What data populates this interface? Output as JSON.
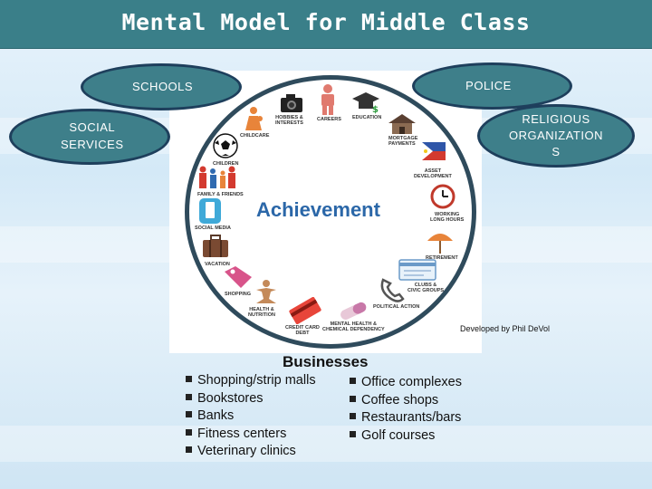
{
  "title": "Mental Model for Middle Class",
  "ovals": {
    "schools": "SCHOOLS",
    "police": "POLICE",
    "social_services": "SOCIAL\nSERVICES",
    "religious": "RELIGIOUS\nORGANIZATION\nS"
  },
  "diagram": {
    "center": "Achievement",
    "credit": "Developed by Phil DeVol",
    "items": {
      "hobbies": "HOBBIES &\nINTERESTS",
      "careers": "CAREERS",
      "education": "EDUCATION",
      "childcare": "CHILDCARE",
      "mortgage": "MORTGAGE\nPAYMENTS",
      "children": "CHILDREN",
      "asset": "ASSET\nDEVELOPMENT",
      "family": "FAMILY & FRIENDS",
      "working": "WORKING\nLONG HOURS",
      "social_media": "SOCIAL MEDIA",
      "retirement": "RETIREMENT",
      "vacation": "VACATION",
      "clubs": "CLUBS &\nCIVIC GROUPS",
      "shopping": "SHOPPING",
      "health": "HEALTH &\nNUTRITION",
      "political": "POLITICAL ACTION",
      "credit": "CREDIT CARD\nDEBT",
      "mental": "MENTAL HEALTH &\nCHEMICAL DEPENDENCY"
    }
  },
  "businesses": {
    "heading": "Businesses",
    "left": [
      "Shopping/strip malls",
      "Bookstores",
      "Banks",
      "Fitness centers",
      "Veterinary clinics"
    ],
    "right": [
      "Office complexes",
      "Coffee shops",
      "Restaurants/bars",
      "Golf courses"
    ]
  },
  "colors": {
    "title_bar": "#3a7f89",
    "oval_fill": "#3e7f8a",
    "oval_border": "#1e3f5c",
    "achievement": "#2b67a8"
  }
}
